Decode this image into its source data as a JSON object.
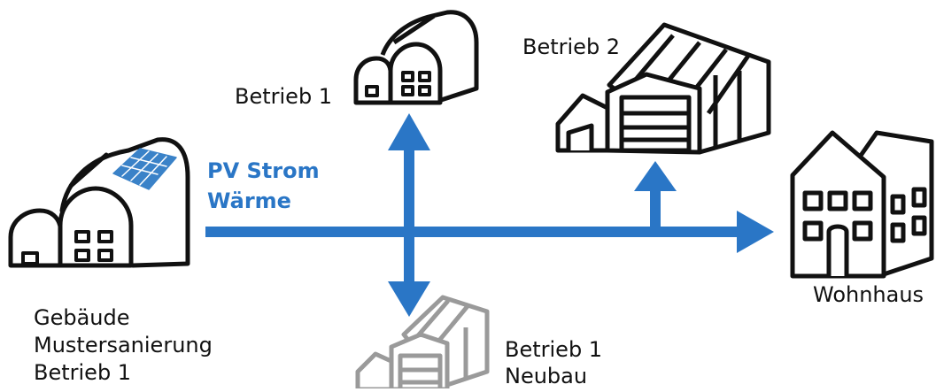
{
  "diagram": {
    "colors": {
      "arrow": "#2a76c6",
      "outline": "#111111",
      "outline_muted": "#9a9a9a",
      "solar_panel": "#3a82c8"
    },
    "flow_label": {
      "line1": "PV Strom",
      "line2": "Wärme"
    },
    "nodes": {
      "source": {
        "icon": "greenhouse-with-solar-panel-icon",
        "lines": [
          "Gebäude",
          "Mustersanierung",
          "Betrieb 1"
        ]
      },
      "betrieb1": {
        "icon": "greenhouse-icon",
        "label": "Betrieb 1"
      },
      "betrieb2": {
        "icon": "warehouse-icon",
        "label": "Betrieb 2"
      },
      "wohnhaus": {
        "icon": "residential-house-icon",
        "label": "Wohnhaus"
      },
      "neubau": {
        "icon": "warehouse-grey-icon",
        "lines": [
          "Betrieb 1",
          "Neubau"
        ]
      }
    }
  }
}
